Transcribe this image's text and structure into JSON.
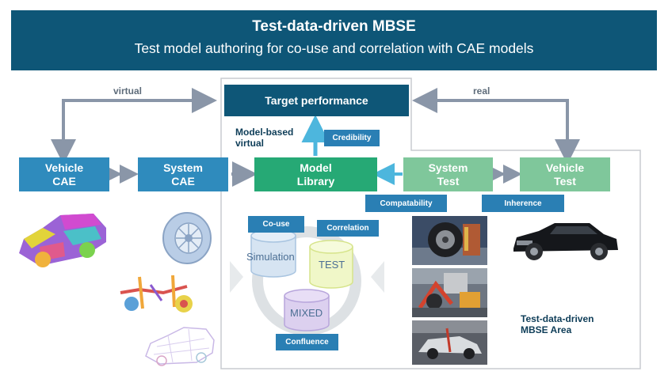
{
  "header": {
    "title": "Test-data-driven MBSE",
    "subtitle": "Test model authoring for co-use and correlation with CAE models"
  },
  "arrows": {
    "virtual": "virtual",
    "real": "real"
  },
  "target": {
    "label": "Target performance"
  },
  "model_based": {
    "line1": "Model-based",
    "line2": "virtual"
  },
  "credibility": "Credibility",
  "nodes": {
    "vehicle_cae": {
      "line1": "Vehicle",
      "line2": "CAE"
    },
    "system_cae": {
      "line1": "System",
      "line2": "CAE"
    },
    "model_library": {
      "line1": "Model",
      "line2": "Library"
    },
    "system_test": {
      "line1": "System",
      "line2": "Test"
    },
    "vehicle_test": {
      "line1": "Vehicle",
      "line2": "Test"
    }
  },
  "tags": {
    "compatability": "Compatability",
    "inherence": "Inherence",
    "co_use": "Co-use",
    "correlation": "Correlation",
    "confluence": "Confluence"
  },
  "cylinders": {
    "simulation": "Simulation",
    "test": "TEST",
    "mixed": "MIXED"
  },
  "area": {
    "line1": "Test-data-driven",
    "line2": "MBSE Area"
  },
  "colors": {
    "navy": "#0e5677",
    "blue": "#2f8bbd",
    "green": "#26a975",
    "light_green": "#7fc79b",
    "arrow_gray": "#8a96a8",
    "arrow_cyan": "#4db6dd"
  }
}
